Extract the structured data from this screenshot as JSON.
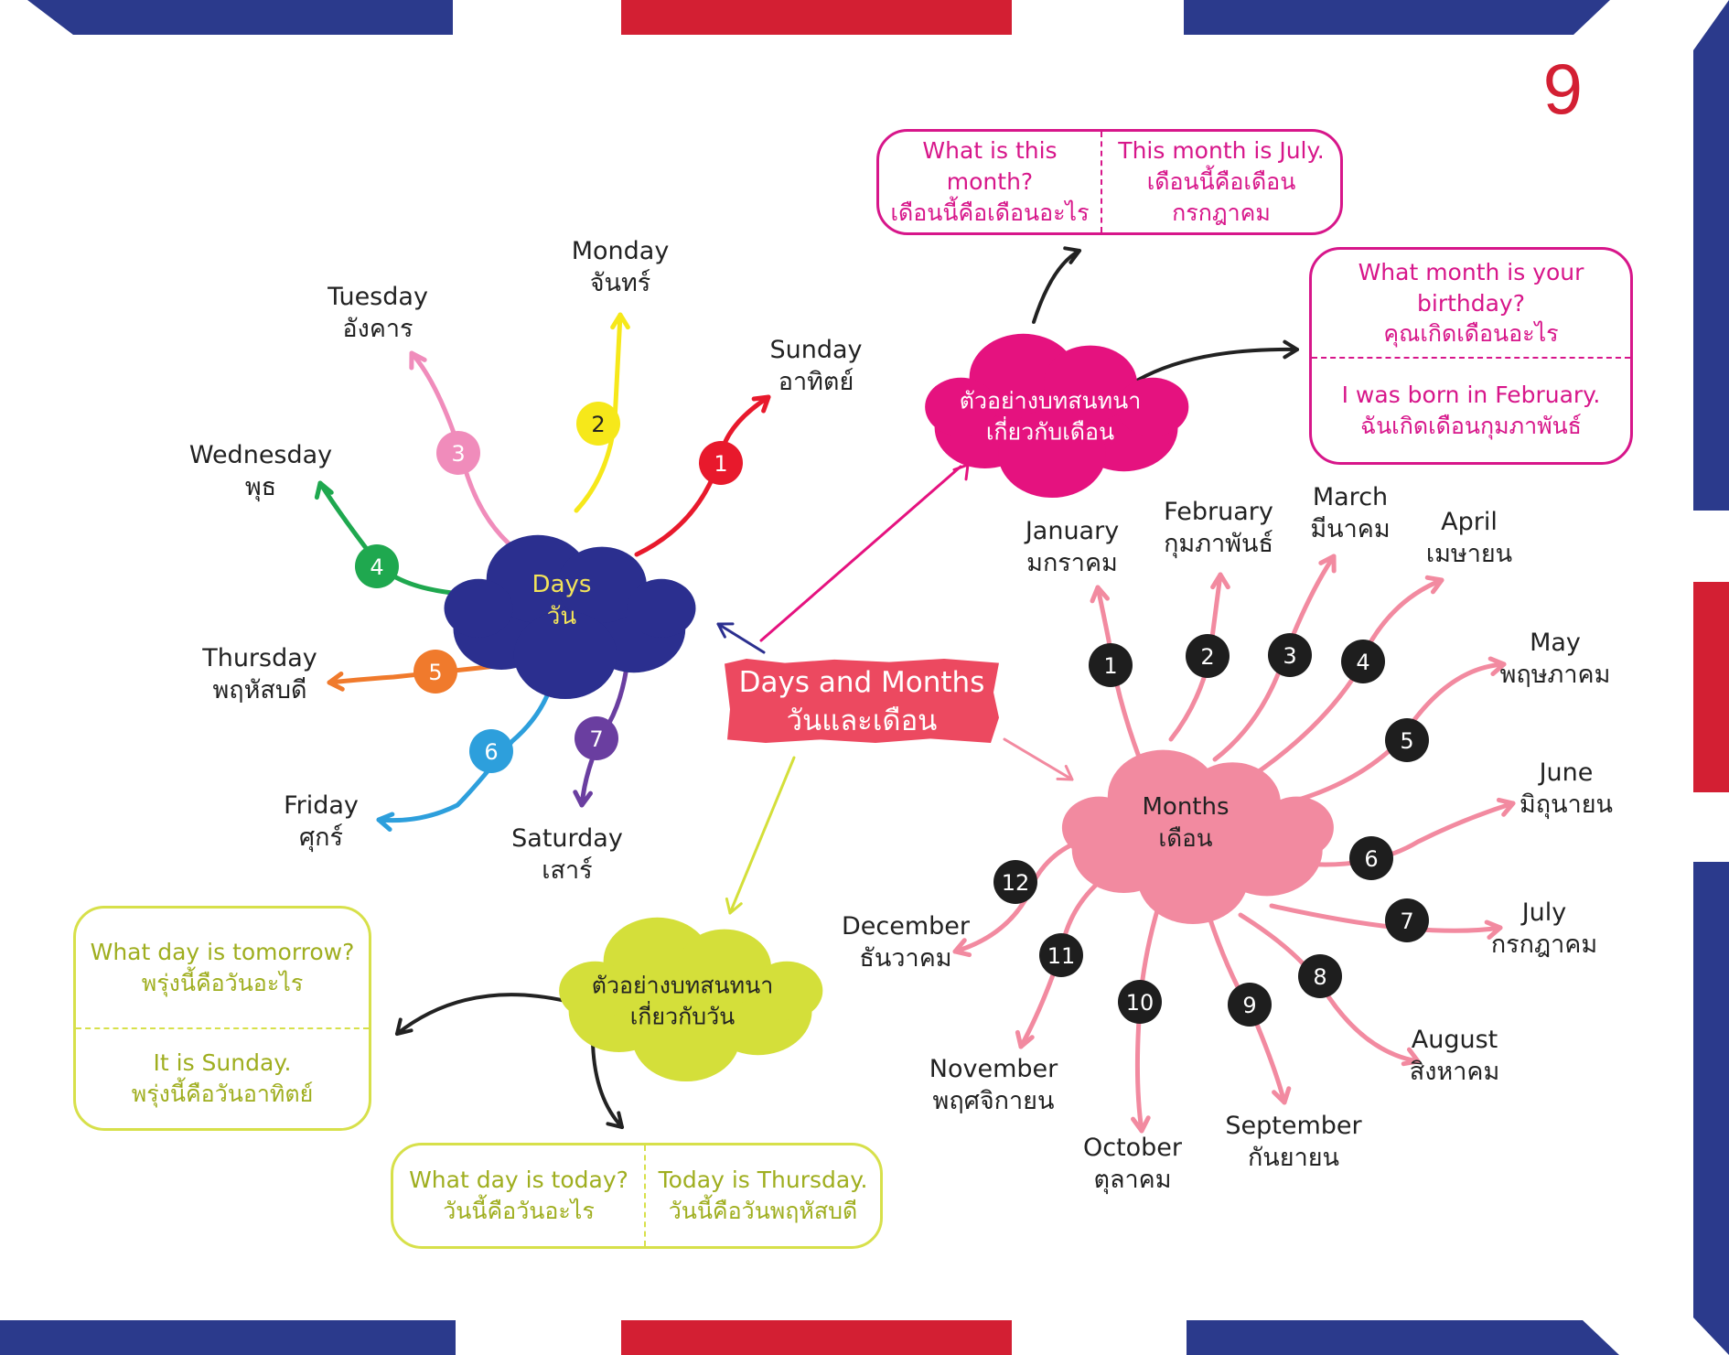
{
  "page_number": "9",
  "colors": {
    "blue": "#2b3a8c",
    "red": "#d31f33",
    "pink_box": "#d7168a",
    "green_box": "#9fae1f",
    "days_cloud": "#2b2f8f",
    "months_cloud": "#f28aa0",
    "pink_cloud": "#e5127f",
    "green_cloud": "#d4df3a",
    "center_banner": "#ec4960"
  },
  "center": {
    "title_en": "Days and Months",
    "title_th": "วันและเดือน"
  },
  "days": {
    "title_en": "Days",
    "title_th": "วัน",
    "items": [
      {
        "num": "1",
        "en": "Sunday",
        "th": "อาทิตย์",
        "color": "#e8192c"
      },
      {
        "num": "2",
        "en": "Monday",
        "th": "จันทร์",
        "color": "#f6e81a"
      },
      {
        "num": "3",
        "en": "Tuesday",
        "th": "อังคาร",
        "color": "#f08cbb"
      },
      {
        "num": "4",
        "en": "Wednesday",
        "th": "พุธ",
        "color": "#1fa84f"
      },
      {
        "num": "5",
        "en": "Thursday",
        "th": "พฤหัสบดี",
        "color": "#f07a2c"
      },
      {
        "num": "6",
        "en": "Friday",
        "th": "ศุกร์",
        "color": "#2d9fdc"
      },
      {
        "num": "7",
        "en": "Saturday",
        "th": "เสาร์",
        "color": "#6a3ea0"
      }
    ]
  },
  "months": {
    "title_en": "Months",
    "title_th": "เดือน",
    "items": [
      {
        "num": "1",
        "en": "January",
        "th": "มกราคม"
      },
      {
        "num": "2",
        "en": "February",
        "th": "กุมภาพันธ์"
      },
      {
        "num": "3",
        "en": "March",
        "th": "มีนาคม"
      },
      {
        "num": "4",
        "en": "April",
        "th": "เมษายน"
      },
      {
        "num": "5",
        "en": "May",
        "th": "พฤษภาคม"
      },
      {
        "num": "6",
        "en": "June",
        "th": "มิถุนายน"
      },
      {
        "num": "7",
        "en": "July",
        "th": "กรกฎาคม"
      },
      {
        "num": "8",
        "en": "August",
        "th": "สิงหาคม"
      },
      {
        "num": "9",
        "en": "September",
        "th": "กันยายน"
      },
      {
        "num": "10",
        "en": "October",
        "th": "ตุลาคม"
      },
      {
        "num": "11",
        "en": "November",
        "th": "พฤศจิกายน"
      },
      {
        "num": "12",
        "en": "December",
        "th": "ธันวาคม"
      }
    ]
  },
  "month_conversation": {
    "cloud_line1": "ตัวอย่างบทสนทนา",
    "cloud_line2": "เกี่ยวกับเดือน",
    "box1": {
      "q_en": "What is this month?",
      "q_th": "เดือนนี้คือเดือนอะไร",
      "a_en": "This month is July.",
      "a_th": "เดือนนี้คือเดือนกรกฎาคม"
    },
    "box2": {
      "q_en": "What month is your birthday?",
      "q_th": "คุณเกิดเดือนอะไร",
      "a_en": "I was born in February.",
      "a_th": "ฉันเกิดเดือนกุมภาพันธ์"
    }
  },
  "day_conversation": {
    "cloud_line1": "ตัวอย่างบทสนทนา",
    "cloud_line2": "เกี่ยวกับวัน",
    "box1": {
      "q_en": "What day is tomorrow?",
      "q_th": "พรุ่งนี้คือวันอะไร",
      "a_en": "It is Sunday.",
      "a_th": "พรุ่งนี้คือวันอาทิตย์"
    },
    "box2": {
      "q_en": "What day is today?",
      "q_th": "วันนี้คือวันอะไร",
      "a_en": "Today is Thursday.",
      "a_th": "วันนี้คือวันพฤหัสบดี"
    }
  }
}
